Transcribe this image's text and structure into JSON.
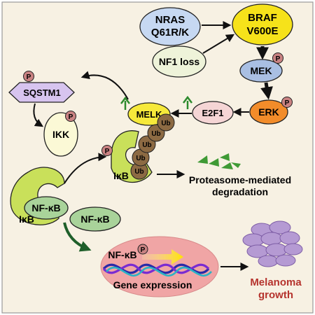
{
  "nodes": {
    "nras_line1": "NRAS",
    "nras_line2": "Q61R/K",
    "braf_line1": "BRAF",
    "braf_line2": "V600E",
    "nf1": "NF1 loss",
    "mek": "MEK",
    "erk": "ERK",
    "e2f1": "E2F1",
    "melk": "MELK",
    "sqstm1": "SQSTM1",
    "ikk": "IKK",
    "ikb_ub": "IκB",
    "nfkb_complex": "NF-κB",
    "ikb_complex": "IκB",
    "nfkb_free": "NF-κB",
    "nfkb_dna": "NF-κB"
  },
  "badges": {
    "phospho": "P",
    "ubiquitin": "Ub"
  },
  "labels": {
    "proteasome_line1": "Proteasome-mediated",
    "proteasome_line2": "degradation",
    "gene_expression": "Gene expression",
    "melanoma_line1": "Melanoma",
    "melanoma_line2": "growth"
  },
  "colors": {
    "background": "#f7f1e3",
    "nras": "#c6d8f2",
    "braf": "#f6e21a",
    "nf1": "#eef3d9",
    "mek": "#a9bfe3",
    "erk": "#f28c2a",
    "e2f1": "#f5d5d5",
    "melk": "#f6e93a",
    "sqstm1": "#d7c4ef",
    "ikk": "#fbf9d6",
    "ikb": "#c9e05a",
    "nfkb": "#a9d39a",
    "ubiquitin": "#8c6a43",
    "phospho": "#c98282",
    "nucleus": "#f0a5a5",
    "melanoma": "#b59ad3",
    "melanoma_text": "#b5332d",
    "up_arrow": "#2d8a2d",
    "proteasome_fragments": "#3f9a35"
  }
}
